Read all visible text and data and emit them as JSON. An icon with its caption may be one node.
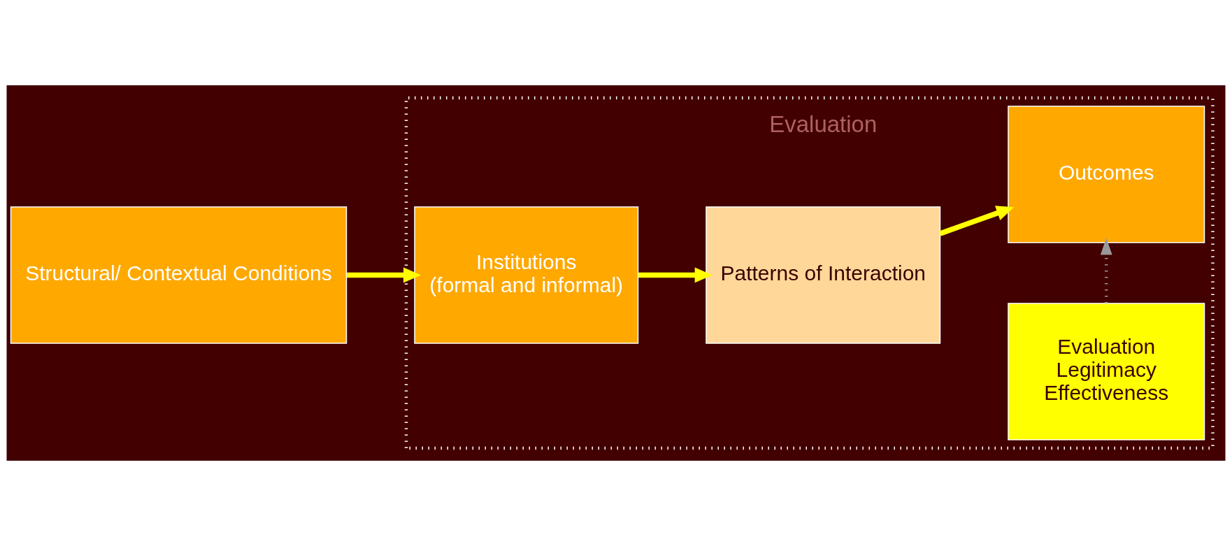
{
  "diagram": {
    "nodes": [
      {
        "text": [
          "Structural/ Contextual Conditions"
        ]
      },
      {
        "text": [],
        "shape": "box"
      },
      {
        "text": [
          "Institutions",
          "(formal and informal)"
        ],
        "in": 1
      },
      {
        "text": [
          "Patterns of Interaction"
        ],
        "in": 1
      },
      {
        "text": [
          "Outcomes"
        ],
        "in": 1
      },
      {
        "text": [
          "Evaluation",
          "Legitimacy",
          "Effectiveness"
        ],
        "in": 1
      }
    ],
    "edges": [
      {
        "from": 0,
        "to": 2,
        "arrow": "to"
      },
      {
        "from": 2,
        "to": 3,
        "arrow": "to"
      },
      {
        "from": 3,
        "to": 4,
        "arrow": "to"
      },
      {
        "from": 5,
        "to": 4,
        "arrow": "to",
        "style": "dashed",
        "color": "#999999"
      }
    ],
    "labels": [
      "Evaluation"
    ]
  }
}
